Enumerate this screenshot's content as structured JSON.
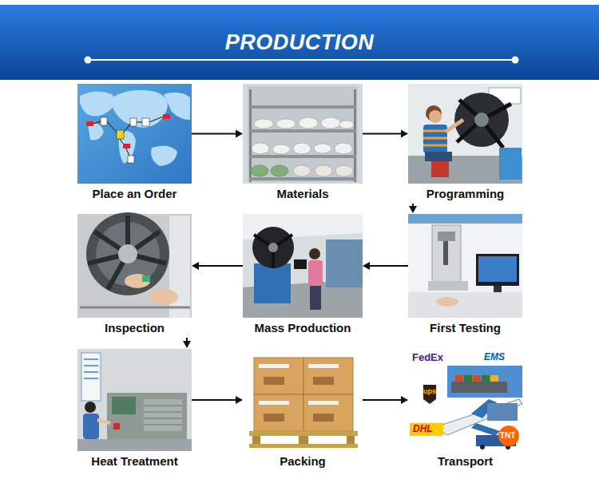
{
  "diagram": {
    "title": "PRODUCTION",
    "nodes": [
      {
        "text": [
          "Place an Order"
        ]
      },
      {
        "text": [
          "Materials"
        ]
      },
      {
        "text": [
          "Programming"
        ]
      },
      {
        "text": [
          "Inspection"
        ]
      },
      {
        "text": [
          "Mass Production"
        ]
      },
      {
        "text": [
          "First Testing"
        ]
      },
      {
        "text": [
          "Heat Treatment"
        ]
      },
      {
        "text": [
          "Packing"
        ]
      },
      {
        "text": [
          "Transport"
        ]
      }
    ],
    "edges": [
      {
        "from": 0,
        "to": 1,
        "arrow": "to"
      },
      {
        "from": 1,
        "to": 2,
        "arrow": "to"
      },
      {
        "from": 2,
        "to": 5,
        "arrow": "to"
      },
      {
        "from": 5,
        "to": 4,
        "arrow": "to"
      },
      {
        "from": 4,
        "to": 3,
        "arrow": "to"
      },
      {
        "from": 3,
        "to": 6,
        "arrow": "to"
      },
      {
        "from": 6,
        "to": 7,
        "arrow": "to"
      },
      {
        "from": 7,
        "to": 8,
        "arrow": "to"
      }
    ],
    "labels": [
      "FedEx",
      "EMS",
      "ups",
      "DHL",
      "TNT"
    ]
  }
}
